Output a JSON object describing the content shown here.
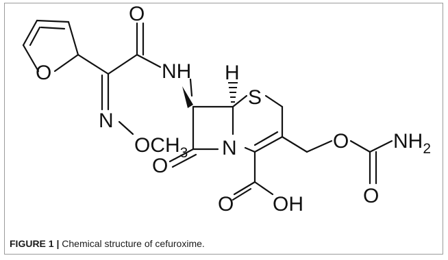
{
  "figure": {
    "label": "FIGURE 1 |",
    "caption": " Chemical structure of cefuroxime."
  },
  "atoms": {
    "O_furan": "O",
    "O_amide": "O",
    "NH": "NH",
    "N_oxime": "N",
    "OCH": "OCH",
    "sub3": "3",
    "H": "H",
    "S": "S",
    "O_lactam": "O",
    "N_ring": "N",
    "O_ester": "O",
    "O_carbamate": "O",
    "sub2": "2",
    "O_acid": "O",
    "OH": "OH"
  },
  "colors": {
    "ink": "#111111",
    "frame": "#9a9a9a"
  }
}
